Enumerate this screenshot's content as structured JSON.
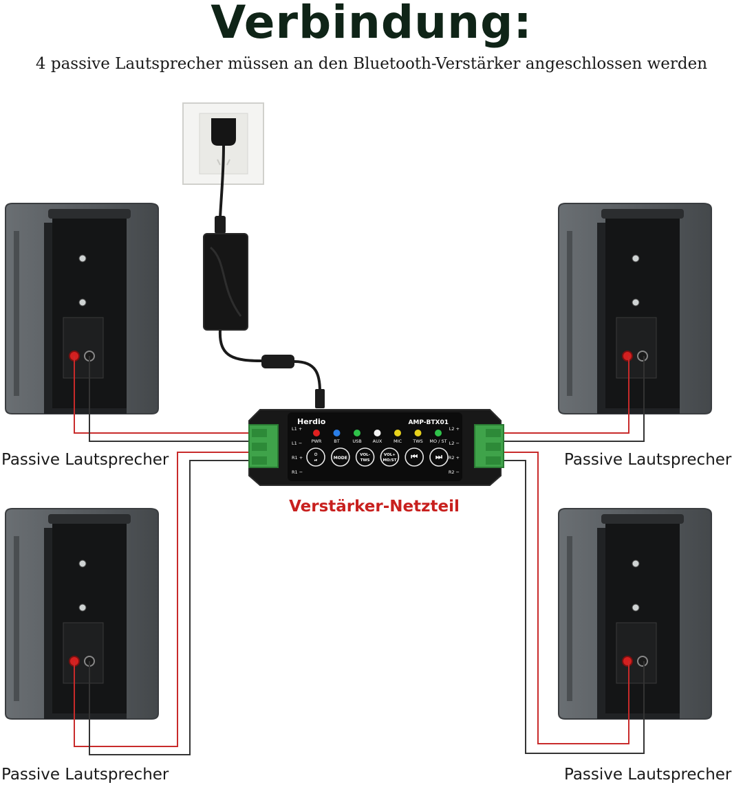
{
  "title": "Verbindung:",
  "subtitle": "4 passive Lautsprecher müssen an den Bluetooth-Verstärker angeschlossen werden",
  "amplifier": {
    "label": "Verstärker-Netzteil",
    "brand": "Herdio",
    "model": "AMP-BTX01",
    "indicators": [
      {
        "label": "PWR",
        "color": "#e02020"
      },
      {
        "label": "BT",
        "color": "#2a7ee8"
      },
      {
        "label": "USB",
        "color": "#2fc24a"
      },
      {
        "label": "AUX",
        "color": "#f2f2f2"
      },
      {
        "label": "MIC",
        "color": "#e8d21c"
      },
      {
        "label": "TWS",
        "color": "#e8d21c"
      },
      {
        "label": "MO / ST",
        "color": "#2fc24a"
      }
    ],
    "buttons": [
      "⏻ ⏯",
      "MODE",
      "VOL- TWS",
      "VOL+ MO/ST",
      "⏮",
      "⏭"
    ],
    "terminals_left": [
      "L1 +",
      "L1 −",
      "R1 +",
      "R1 −"
    ],
    "terminals_right": [
      "L2 +",
      "L2 −",
      "R2 +",
      "R2 −"
    ]
  },
  "speakers": [
    {
      "label": "Passive Lautsprecher"
    },
    {
      "label": "Passive Lautsprecher"
    },
    {
      "label": "Passive Lautsprecher"
    },
    {
      "label": "Passive Lautsprecher"
    }
  ],
  "colors": {
    "wire_positive": "#c82a2a",
    "wire_negative": "#333333",
    "terminal_green": "#3fa34a",
    "speaker_body": "#55595d"
  }
}
